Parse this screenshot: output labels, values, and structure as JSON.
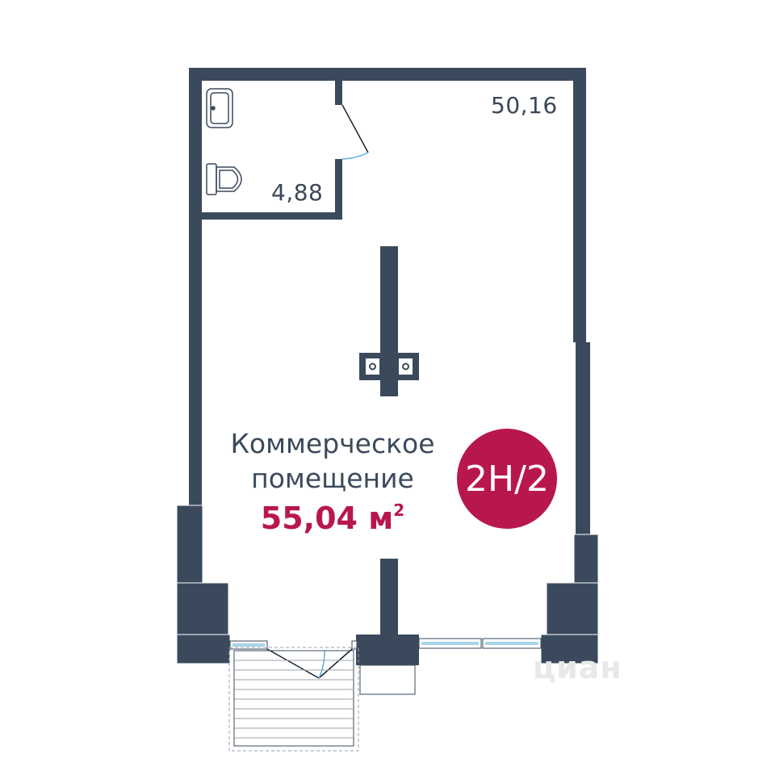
{
  "rooms": {
    "main_area": "50,16",
    "bathroom_area": "4,88"
  },
  "premises": {
    "title_line1": "Коммерческое",
    "title_line2": "помещение",
    "total_area_value": "55,04 м",
    "total_area_unit_sup": "2",
    "unit_code": "2Н/2"
  },
  "watermark": "циан",
  "colors": {
    "wall": "#3a4a5c",
    "accent": "#b8174d",
    "window": "#a8d4ea",
    "door_arc": "#5aaee0"
  },
  "icons": [
    "sink-icon",
    "toilet-icon",
    "column-icon",
    "steps-icon"
  ]
}
